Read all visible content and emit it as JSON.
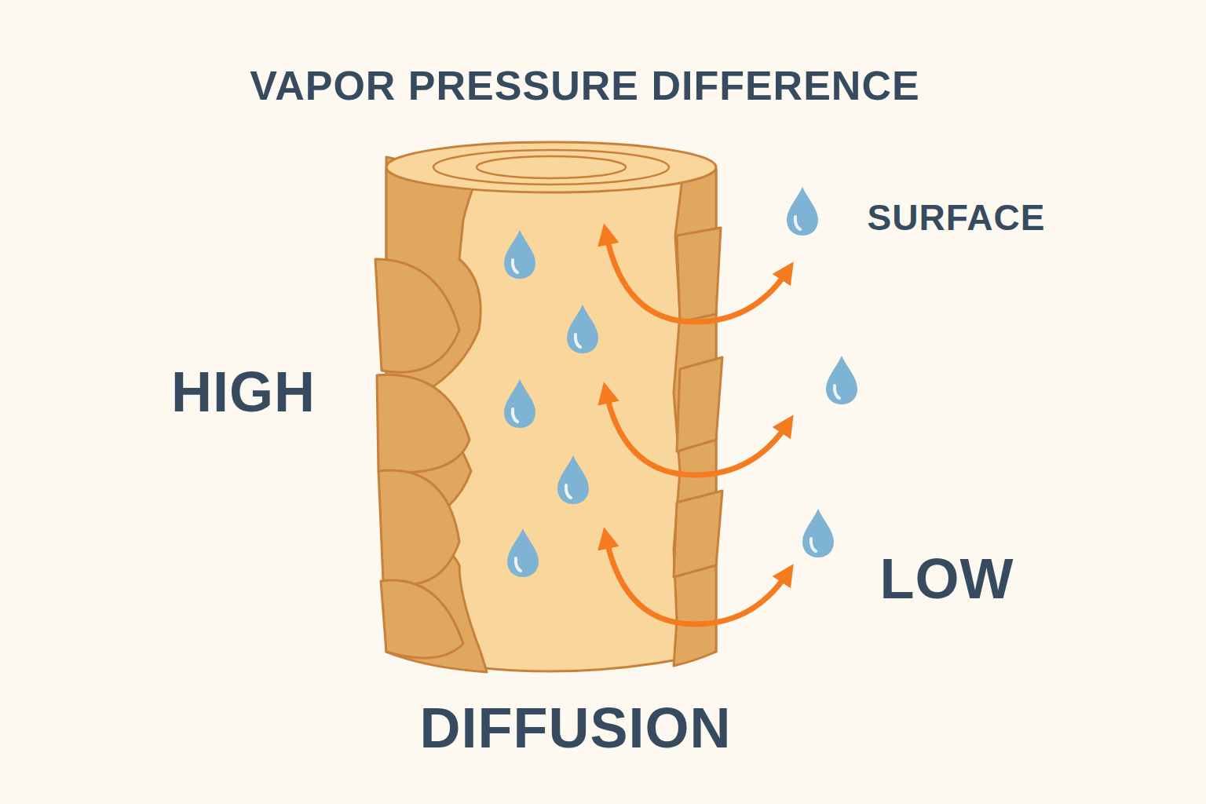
{
  "diagram": {
    "title": "VAPOR PRESSURE DIFFERENCE",
    "caption": "DIFFUSION",
    "labels": [
      "SURFACE",
      "HIGH",
      "LOW"
    ]
  }
}
